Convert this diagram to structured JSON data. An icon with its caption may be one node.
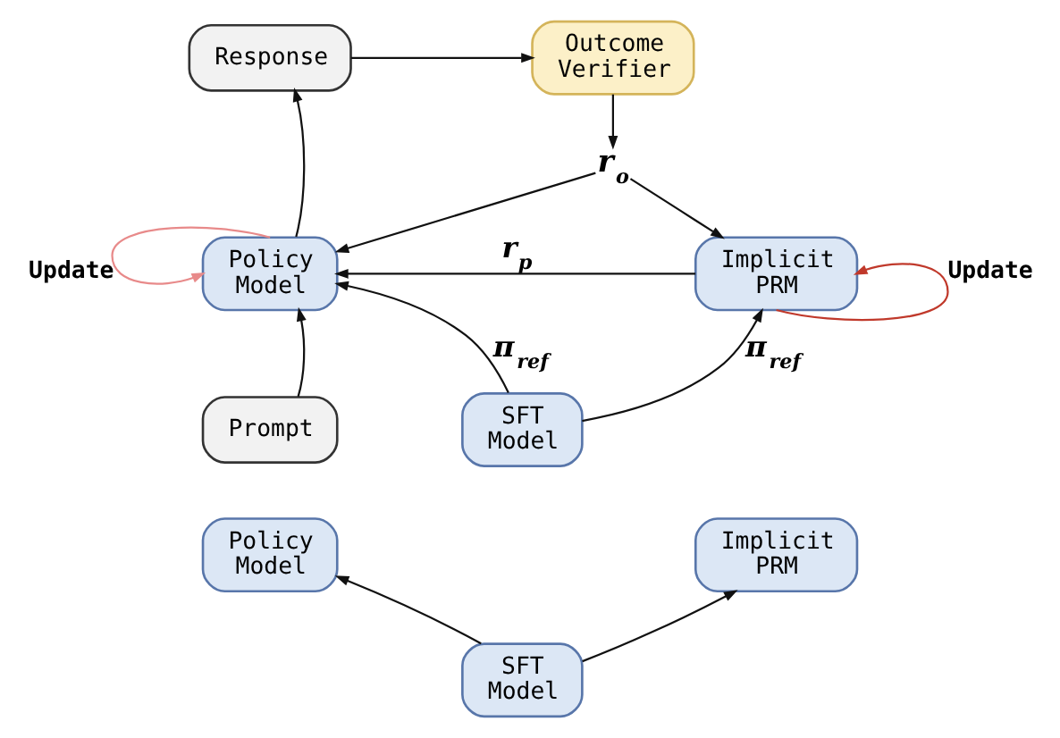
{
  "diagram": {
    "nodes": [
      {
        "text": [
          "Response"
        ]
      },
      {
        "text": [
          "Outcome Verifier"
        ]
      },
      {
        "text": [
          "r$_{o}$"
        ]
      },
      {
        "text": [
          "Policy Model"
        ]
      },
      {
        "text": [
          "Implicit PRM"
        ]
      },
      {
        "text": [
          "Prompt"
        ]
      },
      {
        "text": [
          "SFT Model"
        ]
      },
      {
        "text": [
          "Policy Model"
        ]
      },
      {
        "text": [
          "Implicit PRM"
        ]
      },
      {
        "text": [
          "SFT Model"
        ]
      }
    ],
    "edges": [
      {
        "from": 3,
        "to": 0,
        "arrow": "to"
      },
      {
        "from": 0,
        "to": 1,
        "arrow": "to"
      },
      {
        "from": 1,
        "to": 2,
        "arrow": "to"
      },
      {
        "from": 2,
        "to": 3,
        "arrow": "to"
      },
      {
        "from": 2,
        "to": 4,
        "arrow": "to"
      },
      {
        "from": 4,
        "to": 3,
        "arrow": "to",
        "label": "r$_{p}$"
      },
      {
        "from": 3,
        "to": 3,
        "arrow": "to",
        "label": "Update",
        "color": "#e88a8a"
      },
      {
        "from": 4,
        "to": 4,
        "arrow": "to",
        "label": "Update",
        "color": "#c0392b"
      },
      {
        "from": 5,
        "to": 3,
        "arrow": "to"
      },
      {
        "from": 6,
        "to": 3,
        "arrow": "to",
        "label": "π$_{ref}$"
      },
      {
        "from": 6,
        "to": 4,
        "arrow": "to",
        "label": "π$_{ref}$"
      },
      {
        "from": 9,
        "to": 7,
        "arrow": "to"
      },
      {
        "from": 9,
        "to": 8,
        "arrow": "to"
      }
    ]
  }
}
